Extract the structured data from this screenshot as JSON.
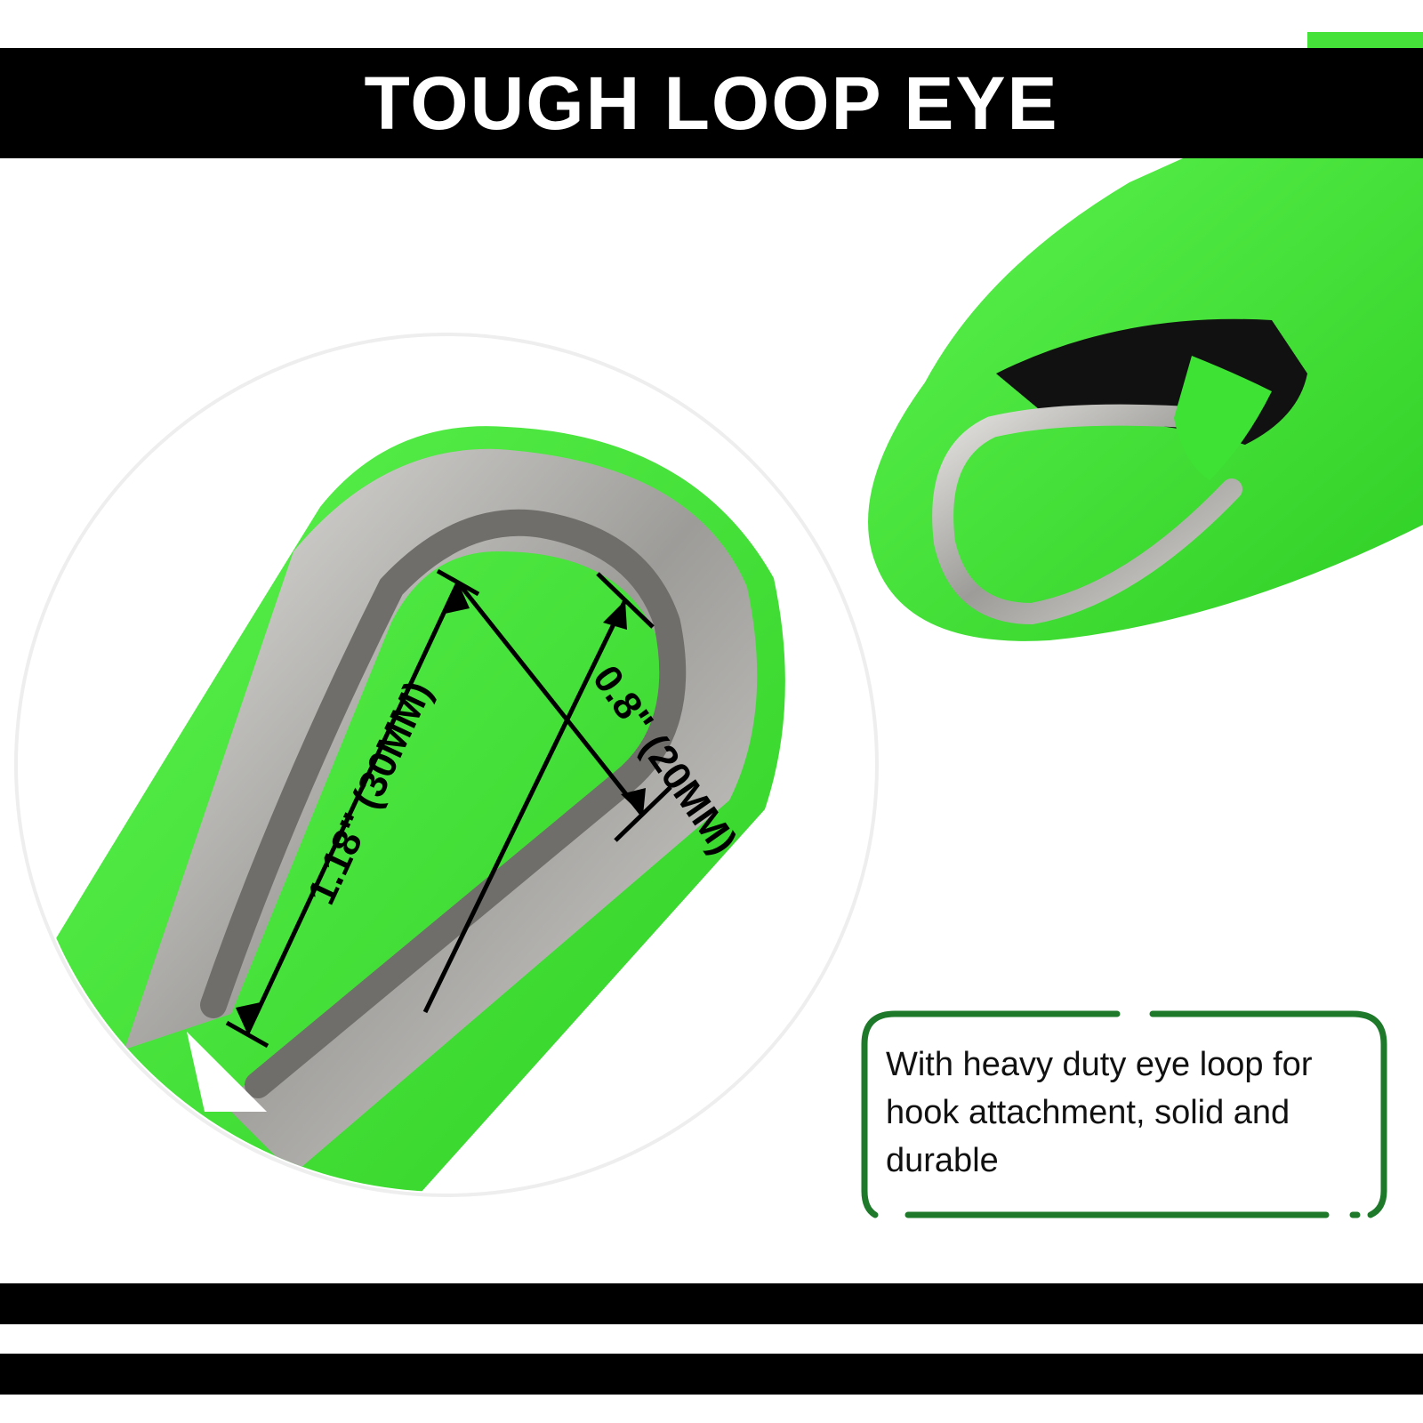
{
  "banner": {
    "title": "TOUGH LOOP EYE"
  },
  "dimensions": {
    "length_label": "1.18\" (30MM)",
    "width_label": "0.8\" (20MM)"
  },
  "callout": {
    "text": "With heavy duty eye loop for hook attachment, solid and durable"
  },
  "colors": {
    "rope_green": "#45e33a",
    "callout_border": "#1e7a2a",
    "banner_black": "#000000",
    "steel": "#b8b8b6"
  }
}
